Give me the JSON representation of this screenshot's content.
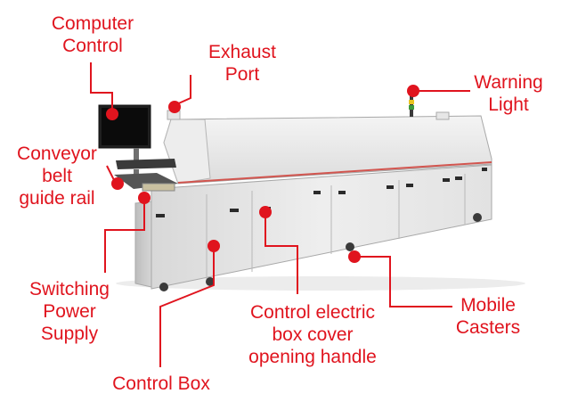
{
  "diagram": {
    "accent_color": "#e0141e",
    "subject": "reflow-oven-machine",
    "labels": {
      "computer_control": "Computer\nControl",
      "exhaust_port": "Exhaust\nPort",
      "warning_light": "Warning\nLight",
      "conveyor_rail": "Conveyor\nbelt\nguide rail",
      "switching_power": "Switching\nPower\nSupply",
      "control_electric": "Control electric\nbox cover\nopening handle",
      "mobile_casters": "Mobile\nCasters",
      "control_box": "Control Box"
    }
  }
}
